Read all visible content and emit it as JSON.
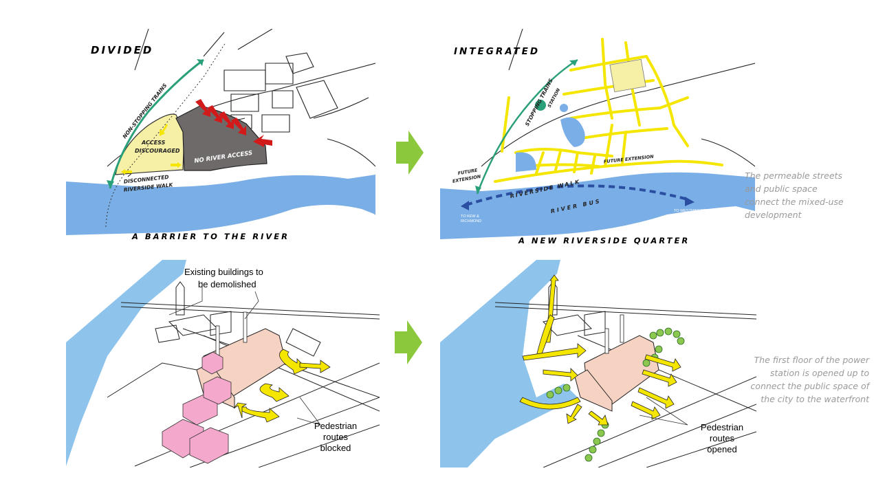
{
  "divided": {
    "title": "DIVIDED",
    "bottom_title": "A BARRIER TO THE RIVER",
    "trains_label": "NON-STOPPING TRAINS",
    "access_label_1": "ACCESS",
    "access_label_2": "DISCOURAGED",
    "no_access_label": "NO RIVER ACCESS",
    "walk_label_1": "DISCONNECTED",
    "walk_label_2": "RIVERSIDE WALK"
  },
  "integrated": {
    "title": "INTEGRATED",
    "bottom_title": "A NEW RIVERSIDE QUARTER",
    "trains_label": "STOPPING TRAINS",
    "station_label": "STATION",
    "future_ext_left_1": "FUTURE",
    "future_ext_left_2": "EXTENSION",
    "future_ext_right": "FUTURE EXTENSION",
    "walk_label": "RIVERSIDE WALK",
    "bus_label": "RIVER BUS",
    "kew_1": "TO KEW &",
    "kew_2": "RICHMOND",
    "westminster": "TO WESTMINSTER"
  },
  "before_3d": {
    "buildings_label_1": "Existing buildings to",
    "buildings_label_2": "be demolished",
    "routes_label_1": "Pedestrian",
    "routes_label_2": "routes",
    "routes_label_3": "blocked"
  },
  "after_3d": {
    "routes_label_1": "Pedestrian",
    "routes_label_2": "routes",
    "routes_label_3": "opened"
  },
  "captions": {
    "top": "The permeable streets\nand public space\nconnect the mixed-use\ndevelopment",
    "bottom": "The first floor of the power\nstation is opened up to\nconnect the public space of\nthe city to the waterfront"
  },
  "colors": {
    "river": "#7aaee6",
    "river_3d": "#8ec4ec",
    "site_grey": "#6e6a6a",
    "yellow_area": "#f6efa6",
    "yellow_route": "#f5e600",
    "red_arrow": "#d21a1a",
    "teal_arrow": "#2aa07a",
    "bus_blue": "#2a4ea0",
    "pink_building": "#f4a8cc",
    "power_station": "#f6d2c2",
    "green_trees": "#8cc850",
    "next_arrow": "#8cc83c"
  }
}
